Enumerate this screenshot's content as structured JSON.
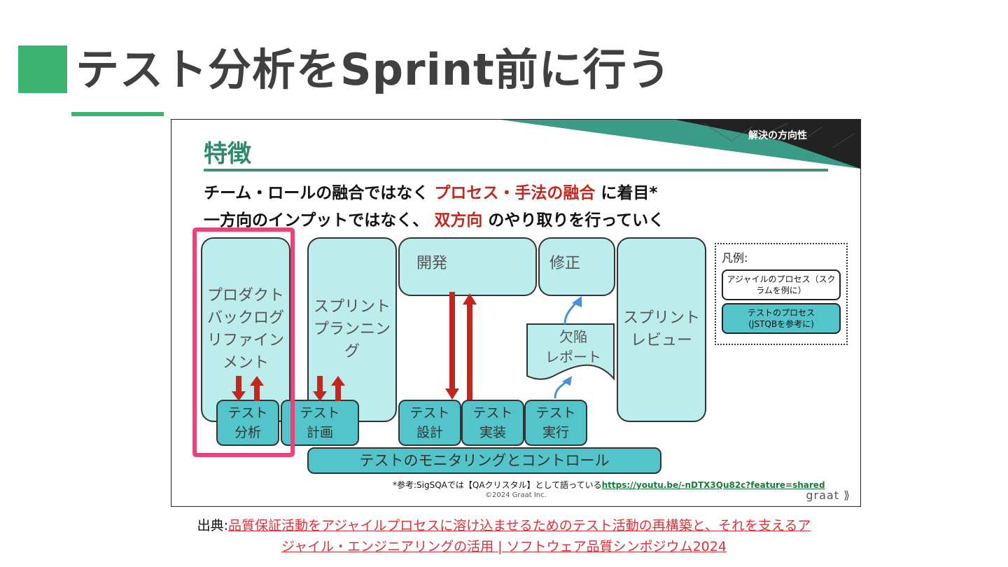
{
  "title": "テスト分析をSprint前に行う",
  "slide": {
    "banner_label": "解決の方向性",
    "heading": "特徴",
    "headline_1": {
      "a": "チーム・ロールの融合ではなく ",
      "b": "プロセス・手法の融合",
      "c": " に着目*"
    },
    "headline_2": {
      "a": "一方向のインプットではなく、 ",
      "b": "双方向",
      "c": " のやり取りを行っていく"
    },
    "boxes": {
      "backlog": "プロダクト\nバックログ\nリファイン\nメント",
      "planning": "スプリント\nプランニン\nグ",
      "dev": "開発",
      "fix": "修正",
      "review": "スプリント\nレビュー",
      "bug_report": "欠陥\nレポート",
      "analysis": "テスト\n分析",
      "tplan": "テスト\n計画",
      "design": "テスト\n設計",
      "impl": "テスト\n実装",
      "exec": "テスト\n実行",
      "monitor": "テストのモニタリングとコントロール"
    },
    "legend": {
      "title": "凡例:",
      "agile": "アジャイルのプロセス（スク\nラムを例に）",
      "test": "テストのプロセス\n(JSTQBを参考に)"
    },
    "footnote_text": "*参考:SigSQAでは【QAクリスタル】として語っている",
    "footnote_link": "https://youtu.be/-nDTX3Qu82c?feature=shared",
    "copyright": "©2024 Graat Inc.",
    "brand": "graat ⟫"
  },
  "source": {
    "label": "出典:",
    "link_line_1": "品質保証活動をアジャイルプロセスに溶け込ませるためのテスト活動の再構築と、それを支えるア",
    "link_line_2": "ジャイル・エンジニアリングの活用 | ソフトウェア品質シンポジウム2024"
  },
  "colors": {
    "accent_green": "#3cb371",
    "highlight_pink": "#f0407a",
    "arrow_red": "#c0271e",
    "arrow_blue": "#4a90d9"
  }
}
